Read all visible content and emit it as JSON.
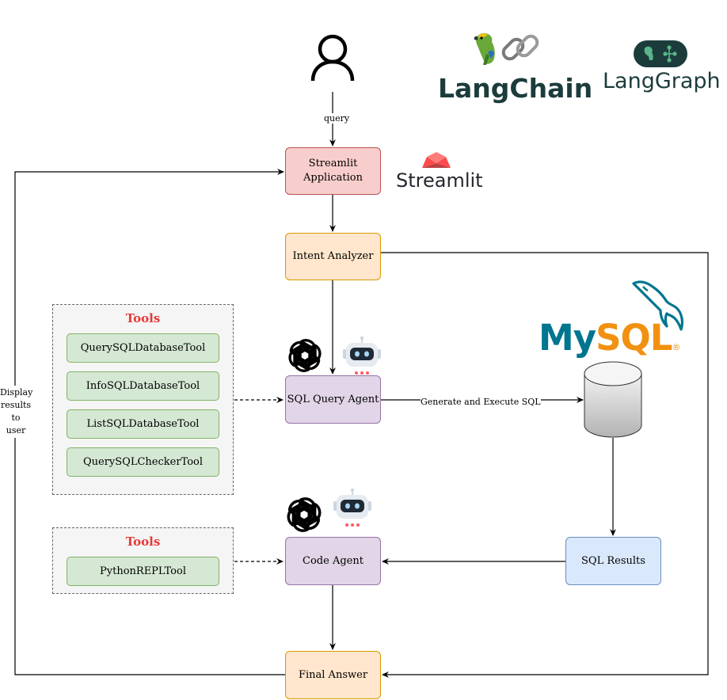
{
  "user_icon": "user-icon",
  "logos": {
    "langchain": "LangChain",
    "langgraph": "LangGraph",
    "streamlit": "Streamlit",
    "mysql_text": "MySQL",
    "mysql_registered": "®"
  },
  "nodes": {
    "streamlit_app": [
      "Streamlit",
      "Application"
    ],
    "intent_analyzer": "Intent Analyzer",
    "sql_query_agent": "SQL Query Agent",
    "code_agent": "Code Agent",
    "sql_results": "SQL Results",
    "final_answer": "Final Answer"
  },
  "tool_groups": [
    {
      "title": "Tools",
      "tools": [
        "QuerySQLDatabaseTool",
        "InfoSQLDatabaseTool",
        "ListSQLDatabaseTool",
        "QuerySQLCheckerTool"
      ]
    },
    {
      "title": "Tools",
      "tools": [
        "PythonREPLTool"
      ]
    }
  ],
  "edge_labels": {
    "query": "query",
    "generate_execute": "Generate and Execute SQL",
    "display": [
      "Display",
      "results",
      "to",
      "user"
    ]
  },
  "colors": {
    "red_fill": "#f8cecc",
    "orange_fill": "#ffe6cc",
    "purple_fill": "#e1d5e7",
    "blue_fill": "#dae8fc",
    "green_fill": "#d5e8d4",
    "tools_title": "#e63838",
    "mysql_blue": "#00758f",
    "mysql_orange": "#f29111",
    "streamlit_red": "#ff4b4b"
  }
}
